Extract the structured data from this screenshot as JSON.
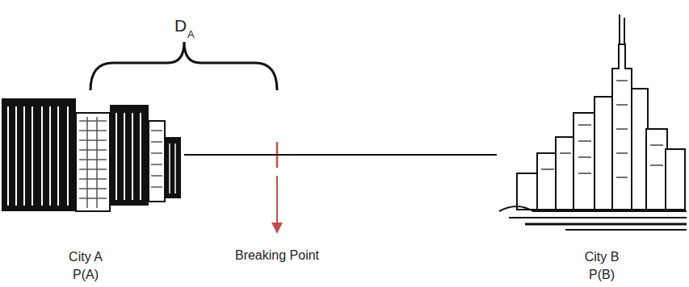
{
  "diagram": {
    "nodes": [
      {
        "text": [
          "City A",
          "P(A)"
        ]
      },
      {
        "text": [
          "City B",
          "P(B)"
        ]
      }
    ],
    "edges": [
      {
        "from": 0,
        "to": 1,
        "arrow": "none"
      }
    ],
    "labels": [
      "D",
      "A",
      "Breaking Point"
    ]
  }
}
